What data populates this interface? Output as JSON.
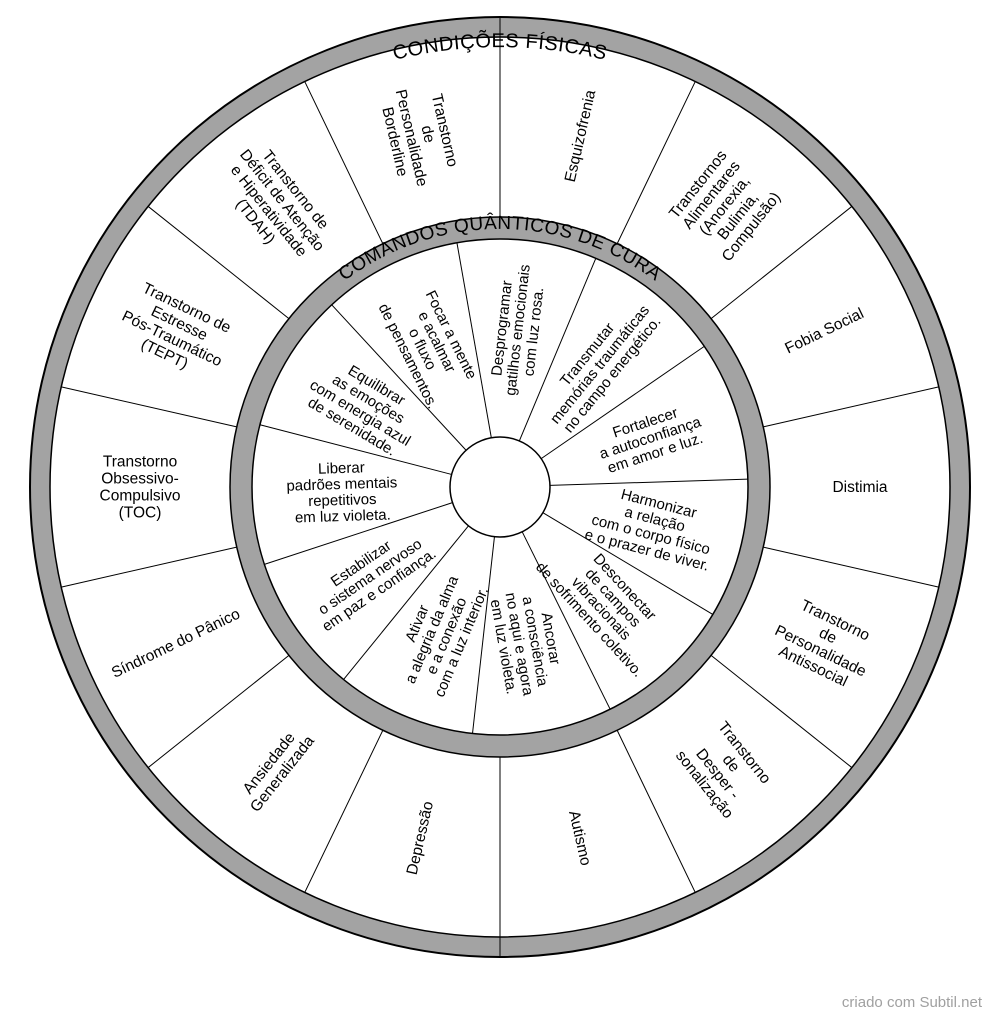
{
  "outer_ring_title": "CONDIÇÕES FÍSICAS",
  "inner_ring_title": "COMANDOS QUÂNTICOS DE CURA",
  "outer_segments": [
    {
      "label": "Esquizofrenia",
      "lines": [
        "Esquizofrenia"
      ]
    },
    {
      "label": "Transtornos Alimentares (Anorexia, Bulimia, Compulsão)",
      "lines": [
        "Transtornos",
        "Alimentares",
        "(Anorexia,",
        "Bulimia,",
        "Compulsão)"
      ]
    },
    {
      "label": "Fobia Social",
      "lines": [
        "Fobia Social"
      ]
    },
    {
      "label": "Distimia",
      "lines": [
        "Distimia"
      ]
    },
    {
      "label": "Transtorno de Personalidade Antissocial",
      "lines": [
        "Transtorno",
        "de",
        "Personalidade",
        "Antissocial"
      ]
    },
    {
      "label": "Transtorno de Desper - sonalização",
      "lines": [
        "Transtorno",
        "de",
        "Desper -",
        "sonalização"
      ]
    },
    {
      "label": "Autismo",
      "lines": [
        "Autismo"
      ]
    },
    {
      "label": "Depressão",
      "lines": [
        "Depressão"
      ]
    },
    {
      "label": "Ansiedade Generalizada",
      "lines": [
        "Ansiedade",
        "Generalizada"
      ]
    },
    {
      "label": "Síndrome do Pânico",
      "lines": [
        "Síndrome do Pânico"
      ]
    },
    {
      "label": "Transtorno Obsessivo-Compulsivo (TOC)",
      "lines": [
        "Transtorno",
        "Obsessivo-",
        "Compulsivo",
        "(TOC)"
      ]
    },
    {
      "label": "Transtorno de Estresse Pós-Traumático (TEPT)",
      "lines": [
        "Transtorno de",
        "Estresse",
        "Pós-Traumático",
        "(TEPT)"
      ]
    },
    {
      "label": "Transtorno de Déficit de Atenção e Hiperatividade (TDAH)",
      "lines": [
        "Transtorno de",
        "Déficit de Atenção",
        "e Hiperatividade",
        "(TDAH)"
      ]
    },
    {
      "label": "Transtorno de Personalidade Borderline",
      "lines": [
        "Transtorno",
        "de",
        "Personalidade",
        "Borderline"
      ]
    }
  ],
  "inner_segments": [
    {
      "label": "Desprogramar gatilhos emocionais com luz rosa.",
      "lines": [
        "Desprogramar",
        "gatilhos emocionais",
        "com luz rosa."
      ]
    },
    {
      "label": "Transmutar memórias traumáticas no campo energético.",
      "lines": [
        "Transmutar",
        "memórias traumáticas",
        "no campo energético."
      ]
    },
    {
      "label": "Fortalecer a autoconfiança em amor e luz.",
      "lines": [
        "Fortalecer",
        "a autoconfiança",
        "em amor e luz."
      ]
    },
    {
      "label": "Harmonizar a relação com o corpo físico e o prazer de viver.",
      "lines": [
        "Harmonizar",
        "a relação",
        "com o corpo físico",
        "e o prazer de viver."
      ]
    },
    {
      "label": "Desconectar de campos vibracionais de sofrimento coletivo.",
      "lines": [
        "Desconectar",
        "de campos",
        "vibracionais",
        "de sofrimento coletivo."
      ]
    },
    {
      "label": "Ancorar a consciência no aqui e agora em luz violeta.",
      "lines": [
        "Ancorar",
        "a consciência",
        "no aqui e agora",
        "em luz violeta."
      ]
    },
    {
      "label": "Ativar a alegria da alma e a conexão com a luz interior.",
      "lines": [
        "Ativar",
        "a alegria da alma",
        "e a conexão",
        "com a luz interior."
      ]
    },
    {
      "label": "Estabilizar o sistema nervoso em paz e confiança.",
      "lines": [
        "Estabilizar",
        "o sistema nervoso",
        "em paz e confiança."
      ]
    },
    {
      "label": "Liberar padrões mentais repetitivos em luz violeta.",
      "lines": [
        "Liberar",
        "padrões mentais",
        "repetitivos",
        "em luz violeta."
      ]
    },
    {
      "label": "Equilibrar as emoções com energia azul de serenidade.",
      "lines": [
        "Equilibrar",
        "as emoções",
        "com energia azul",
        "de serenidade."
      ]
    },
    {
      "label": "Focar a mente e acalmar o fluxo de pensamentos.",
      "lines": [
        "Focar a mente",
        "e acalmar",
        "o fluxo",
        "de pensamentos."
      ]
    }
  ],
  "credit": "criado com Subtil.net",
  "colors": {
    "ring": "#a3a3a3",
    "line": "#000000",
    "background": "#ffffff"
  }
}
